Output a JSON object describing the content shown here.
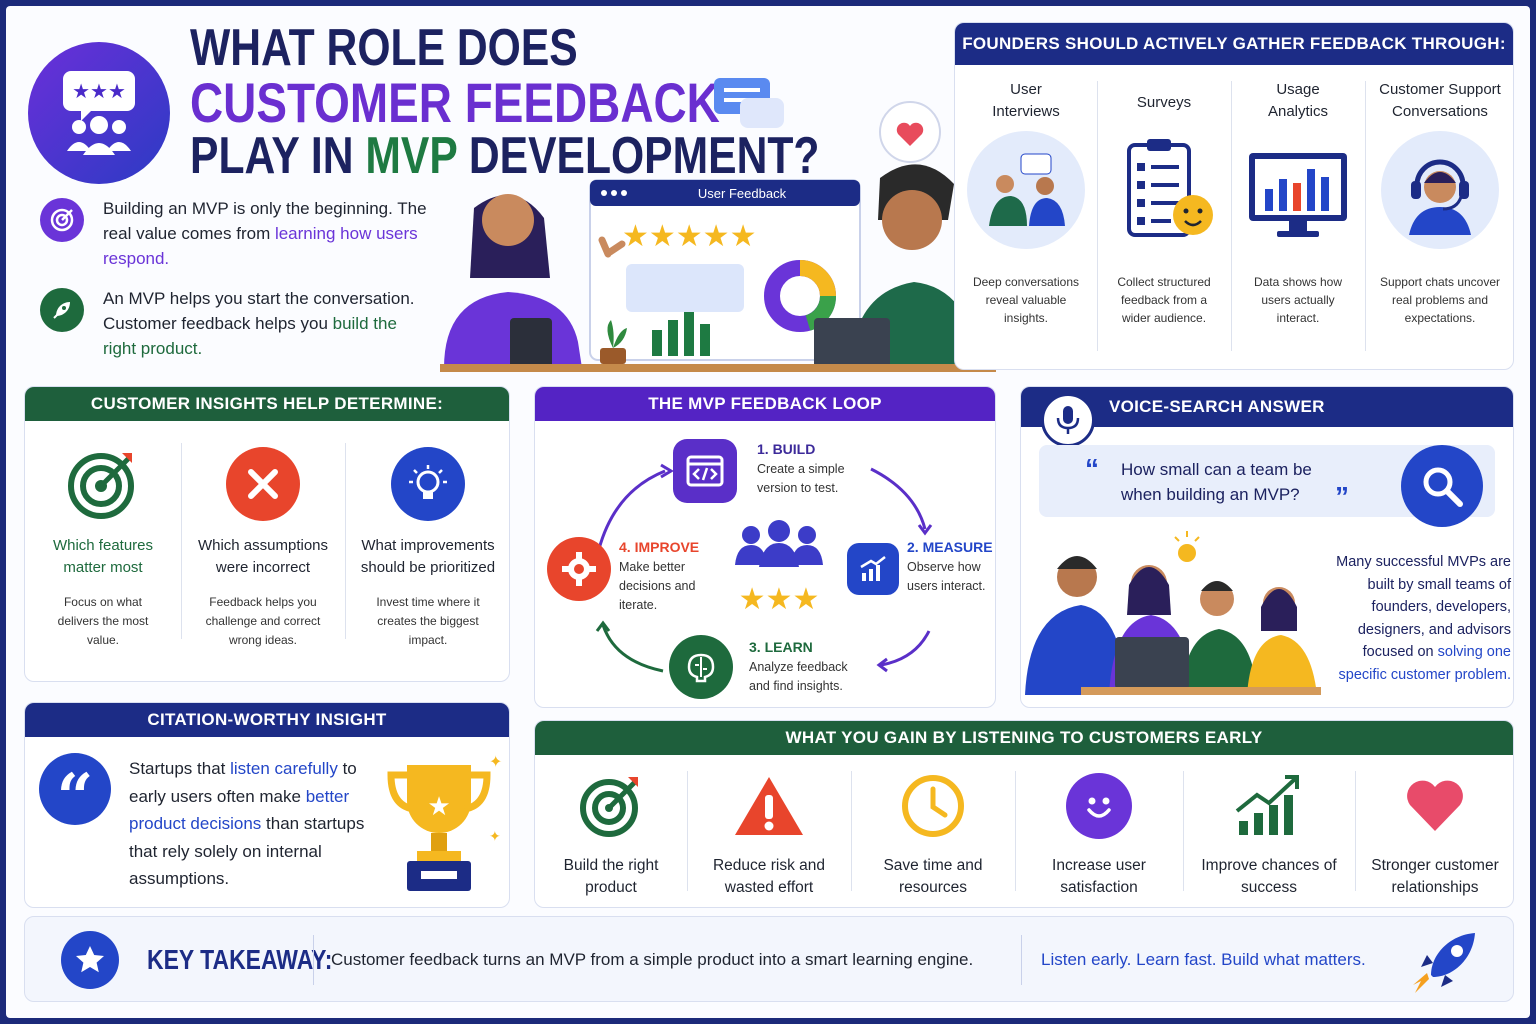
{
  "title": {
    "line1": "WHAT ROLE DOES",
    "line2": "CUSTOMER FEEDBACK",
    "line3a": "PLAY IN ",
    "line3b": "MVP",
    "line3c": " DEVELOPMENT?"
  },
  "intro": [
    {
      "text": "Building an MVP is only the beginning. The real value comes from ",
      "highlight": "learning how users respond."
    },
    {
      "text": "An MVP helps you start the conversation. Customer feedback helps you ",
      "highlight": "build the right product."
    }
  ],
  "hero": {
    "window_title": "User Feedback"
  },
  "founders": {
    "header": "FOUNDERS SHOULD ACTIVELY GATHER FEEDBACK THROUGH:",
    "items": [
      {
        "title": "User Interviews",
        "desc": "Deep conversations reveal valuable insights."
      },
      {
        "title": "Surveys",
        "desc": "Collect structured feedback from a wider audience."
      },
      {
        "title": "Usage Analytics",
        "desc": "Data shows how users actually interact."
      },
      {
        "title": "Customer Support Conversations",
        "desc": "Support chats uncover real problems and expectations."
      }
    ]
  },
  "insights": {
    "header": "CUSTOMER INSIGHTS HELP DETERMINE:",
    "items": [
      {
        "title": "Which features matter most",
        "desc": "Focus on what delivers the most value."
      },
      {
        "title": "Which assumptions were incorrect",
        "desc": "Feedback helps you challenge and correct wrong ideas."
      },
      {
        "title": "What improvements should be prioritized",
        "desc": "Invest time where it creates the biggest impact."
      }
    ]
  },
  "loop": {
    "header": "THE MVP FEEDBACK LOOP",
    "steps": [
      {
        "title": "1. BUILD",
        "desc": "Create a simple version to test."
      },
      {
        "title": "2. MEASURE",
        "desc": "Observe how users interact."
      },
      {
        "title": "3. LEARN",
        "desc": "Analyze feedback and find insights."
      },
      {
        "title": "4. IMPROVE",
        "desc": "Make better decisions and iterate."
      }
    ]
  },
  "voice": {
    "header": "VOICE-SEARCH ANSWER",
    "question": "How small can a team be when building an MVP?",
    "answer": "Many successful MVPs are built by small teams of founders, developers, designers, and advisors focused on ",
    "answer_highlight": "solving one specific customer problem."
  },
  "citation": {
    "header": "CITATION-WORTHY INSIGHT",
    "p1": "Startups that ",
    "h1": "listen carefully",
    "p2": " to early users often make ",
    "h2": "better product decisions",
    "p3": " than startups that rely solely on internal assumptions."
  },
  "gain": {
    "header": "WHAT YOU GAIN BY LISTENING TO CUSTOMERS EARLY",
    "items": [
      {
        "label": "Build the right product"
      },
      {
        "label": "Reduce risk and wasted effort"
      },
      {
        "label": "Save time and resources"
      },
      {
        "label": "Increase user satisfaction"
      },
      {
        "label": "Improve chances of success"
      },
      {
        "label": "Stronger customer relationships"
      }
    ]
  },
  "takeaway": {
    "label": "KEY TAKEAWAY:",
    "text": "Customer feedback turns an MVP from a simple product into a smart learning engine.",
    "slogan": "Listen early. Learn fast. Build what matters."
  },
  "colors": {
    "navy": "#1c2c86",
    "green": "#1e5f3c",
    "purple": "#5423c4",
    "blue": "#2346c8",
    "red": "#e8452c",
    "gold": "#f5b820"
  }
}
